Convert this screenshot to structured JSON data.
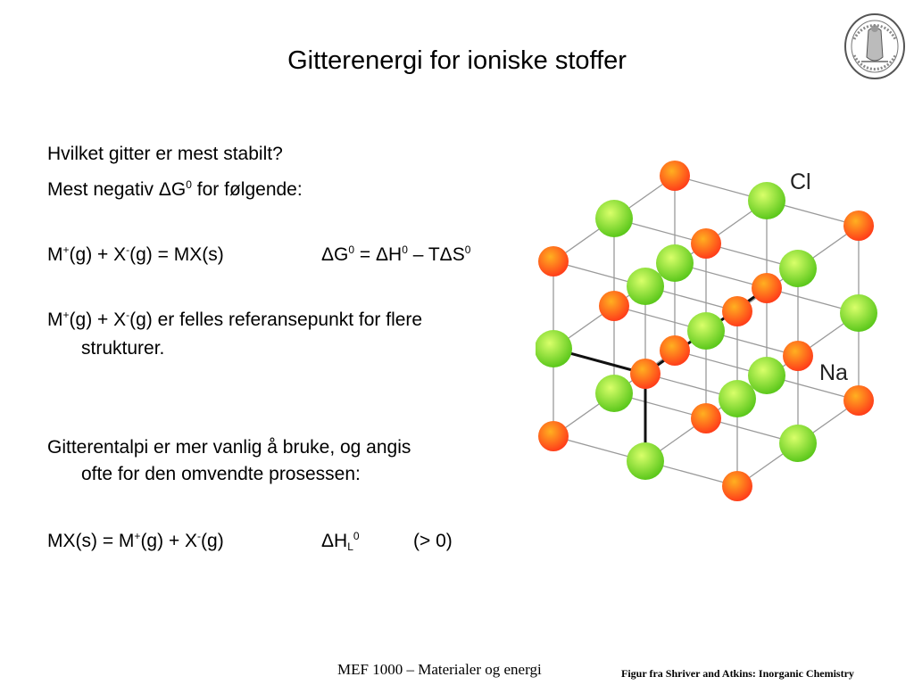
{
  "slide": {
    "title": "Gitterenergi for ioniske stoffer",
    "q1": "Hvilket gitter er mest stabilt?",
    "q2_a": "Mest negativ ΔG",
    "q2_sup": "0",
    "q2_b": " for følgende:",
    "eq1": {
      "m": "M",
      "plus": "+",
      "g1": "(g) + X",
      "minus": "-",
      "g2": "(g) = MX(s)",
      "dg": "ΔG",
      "s0a": "0",
      "eqh": " = ΔH",
      "s0b": "0",
      "ts": " – TΔS",
      "s0c": "0"
    },
    "ref": {
      "m": "M",
      "plus": "+",
      "g1": "(g) + X",
      "minus": "-",
      "rest": "(g) er felles referansepunkt for flere",
      "cont": "strukturer."
    },
    "enth": {
      "line1": "Gitterentalpi er mer vanlig å bruke, og angis",
      "line2": "ofte for den omvendte prosessen:"
    },
    "eq2": {
      "a": "MX(s) = M",
      "plus": "+",
      "b": "(g) + X",
      "minus": "-",
      "c": "(g)",
      "dh": "ΔH",
      "sub": "L",
      "sup": "0",
      "gt": "(> 0)"
    }
  },
  "figure": {
    "label_cl": "Cl",
    "label_na": "Na",
    "colors": {
      "cl": "#7ed321",
      "na": "#ff5a1f",
      "grid": "#9a9a9a",
      "bond": "#111111"
    }
  },
  "footer": {
    "course": "MEF 1000 – Materialer og energi",
    "credit": "Figur fra Shriver and Atkins: Inorganic Chemistry"
  }
}
